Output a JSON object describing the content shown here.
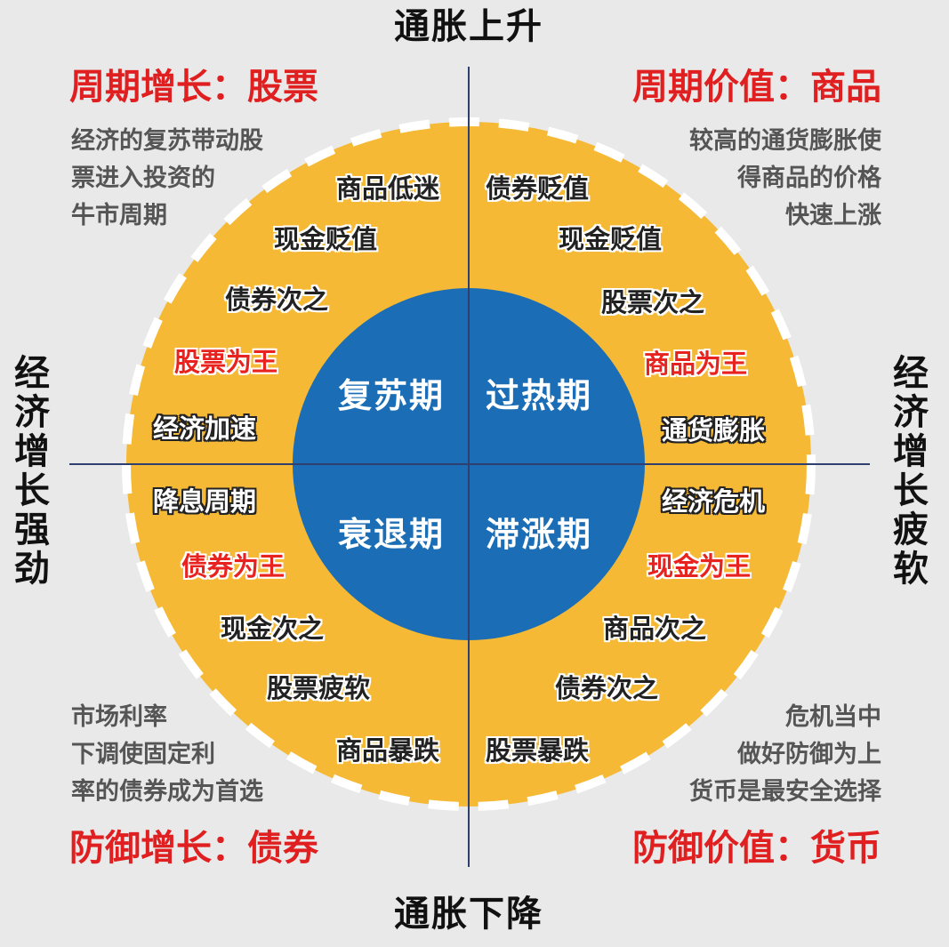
{
  "axes": {
    "top": "通胀上升",
    "bottom": "通胀下降",
    "left": "经济增长强劲",
    "right": "经济增长疲软"
  },
  "colors": {
    "background": "#e9e9e9",
    "ring": "#f5b935",
    "core": "#1b6db5",
    "title_red": "#e02020",
    "axis_line": "#2f3f6f"
  },
  "quadrants": {
    "top_left": {
      "title": "周期增长：股票",
      "desc": "经济的复苏带动股\n票进入投资的\n牛市周期",
      "phase": "复苏期",
      "items": [
        "商品低迷",
        "现金贬值",
        "债券次之",
        "股票为王",
        "经济加速"
      ]
    },
    "top_right": {
      "title": "周期价值：商品",
      "desc": "较高的通货膨胀使\n得商品的价格\n快速上涨",
      "phase": "过热期",
      "items": [
        "债券贬值",
        "现金贬值",
        "股票次之",
        "商品为王",
        "通货膨胀"
      ]
    },
    "bottom_left": {
      "title": "防御增长：债券",
      "desc": "市场利率\n下调使固定利\n率的债券成为首选",
      "phase": "衰退期",
      "items": [
        "降息周期",
        "债券为王",
        "现金次之",
        "股票疲软",
        "商品暴跌"
      ]
    },
    "bottom_right": {
      "title": "防御价值：货币",
      "desc": "危机当中\n做好防御为上\n货币是最安全选择",
      "phase": "滞涨期",
      "items": [
        "经济危机",
        "现金为王",
        "商品次之",
        "债券次之",
        "股票暴跌"
      ]
    }
  }
}
